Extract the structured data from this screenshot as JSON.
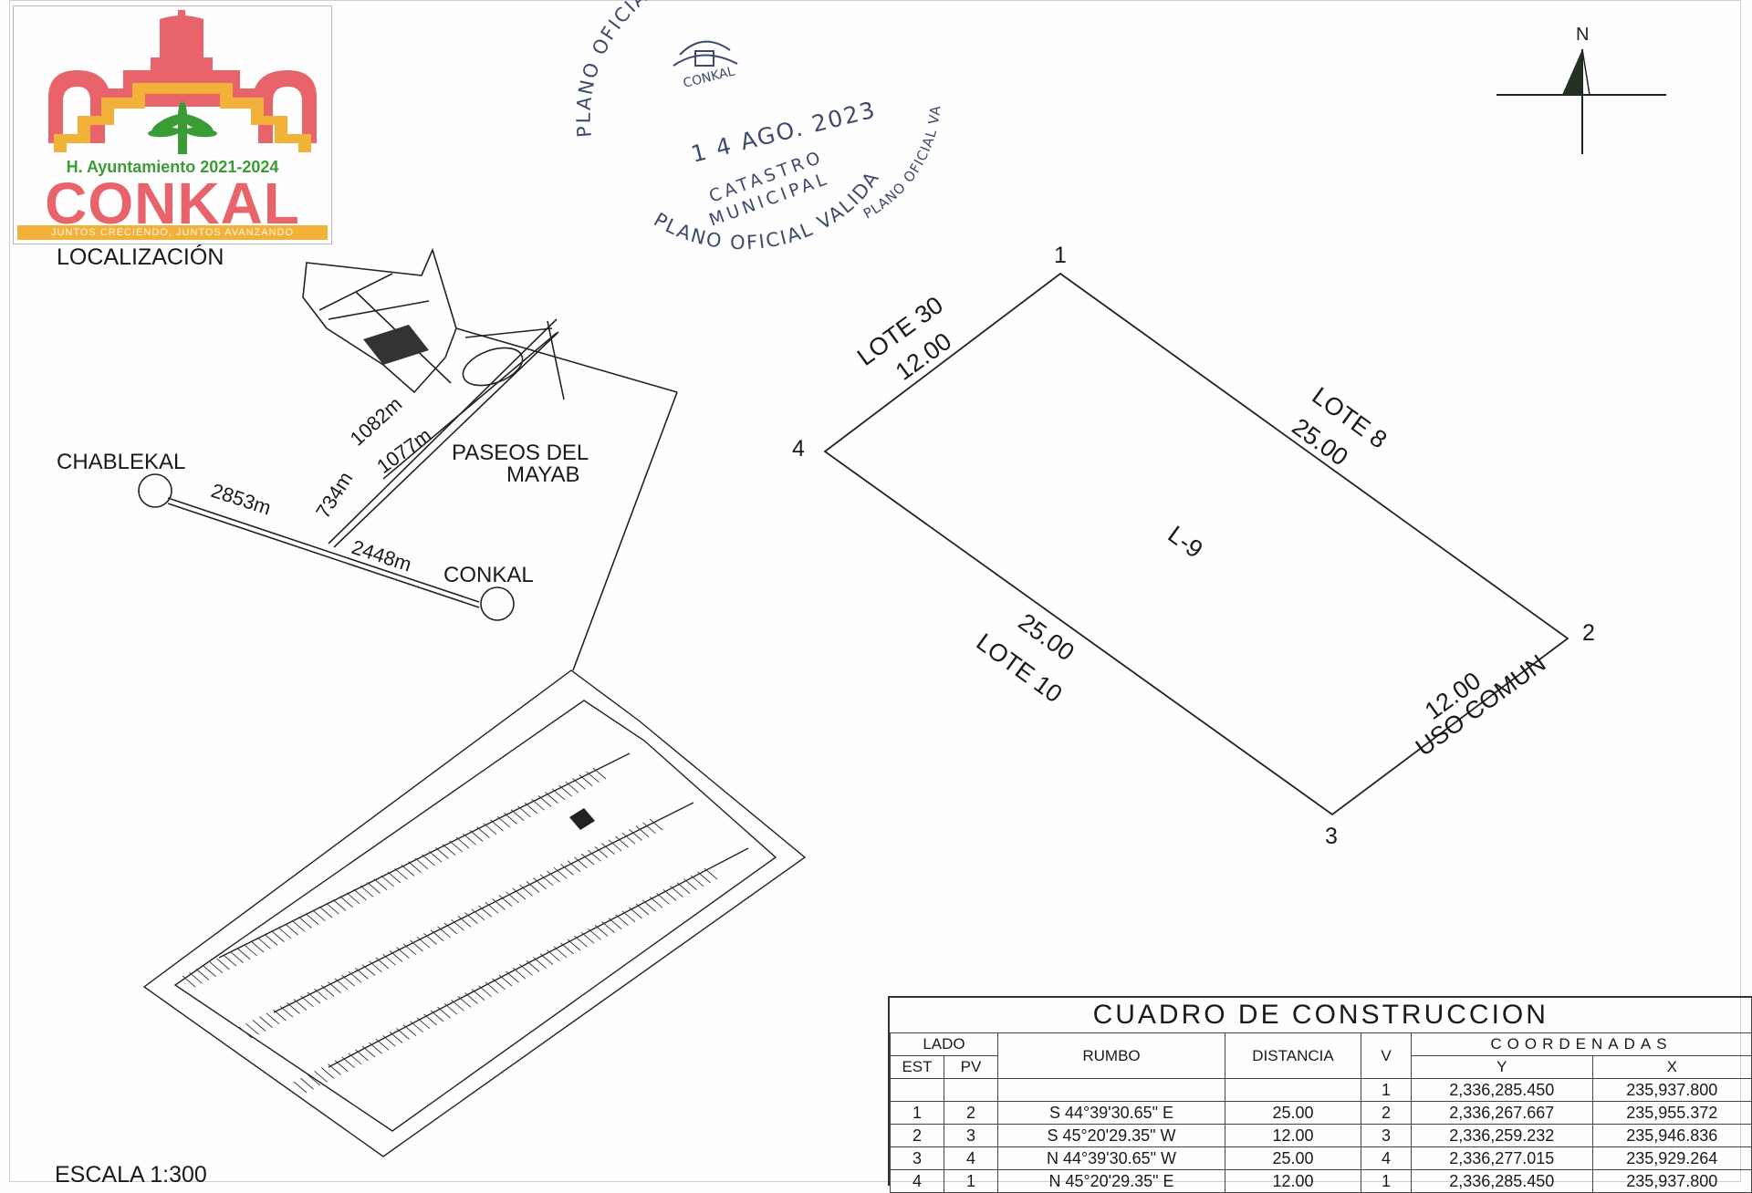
{
  "logo": {
    "ayuntamiento": "H. Ayuntamiento 2021-2024",
    "name": "CONKAL",
    "slogan": "JUNTOS CRECIENDO, JUNTOS AVANZANDO"
  },
  "stamp": {
    "outer_top": "PLANO OFICIAL VALIDADO",
    "outer_bottom": "PLANO OFICIAL VALIDADO",
    "inner_right": "PLANO OFICIAL VALIDADO",
    "emblem": "CONKAL",
    "date": "1 4 AGO. 2023",
    "dept_line1": "CATASTRO",
    "dept_line2": "MUNICIPAL"
  },
  "north": {
    "label": "N"
  },
  "location": {
    "title": "LOCALIZACIÓN",
    "places": [
      "CHABLEKAL",
      "PASEOS DEL",
      "MAYAB",
      "CONKAL"
    ],
    "distances": [
      "2853m",
      "734m",
      "1082m",
      "1077m",
      "2448m"
    ]
  },
  "scale": "ESCALA 1:300",
  "lot": {
    "id": "L-9",
    "vertices": [
      "1",
      "2",
      "3",
      "4"
    ],
    "edges": [
      {
        "neighbor": "LOTE 30",
        "length": "12.00"
      },
      {
        "neighbor": "LOTE 8",
        "length": "25.00"
      },
      {
        "neighbor": "USO COMUN",
        "length": "12.00"
      },
      {
        "neighbor": "LOTE 10",
        "length": "25.00"
      }
    ]
  },
  "table": {
    "title": "CUADRO DE CONSTRUCCION",
    "lado": "LADO",
    "est": "EST",
    "pv": "PV",
    "rumbo": "RUMBO",
    "distancia": "DISTANCIA",
    "v": "V",
    "coordenadas": "COORDENADAS",
    "y": "Y",
    "x": "X",
    "first_row": {
      "v": "1",
      "y": "2,336,285.450",
      "x": "235,937.800"
    },
    "rows": [
      {
        "est": "1",
        "pv": "2",
        "rumbo": "S 44°39'30.65\" E",
        "distancia": "25.00",
        "v": "2",
        "y": "2,336,267.667",
        "x": "235,955.372"
      },
      {
        "est": "2",
        "pv": "3",
        "rumbo": "S 45°20'29.35\" W",
        "distancia": "12.00",
        "v": "3",
        "y": "2,336,259.232",
        "x": "235,946.836"
      },
      {
        "est": "3",
        "pv": "4",
        "rumbo": "N 44°39'30.65\" W",
        "distancia": "25.00",
        "v": "4",
        "y": "2,336,277.015",
        "x": "235,929.264"
      },
      {
        "est": "4",
        "pv": "1",
        "rumbo": "N 45°20'29.35\" E",
        "distancia": "12.00",
        "v": "1",
        "y": "2,336,285.450",
        "x": "235,937.800"
      }
    ]
  },
  "colors": {
    "logo_red": "#e9636b",
    "logo_yellow": "#f2b23a",
    "logo_green": "#3a9b37",
    "stamp_ink": "#3d4a6b",
    "line": "#222222"
  }
}
